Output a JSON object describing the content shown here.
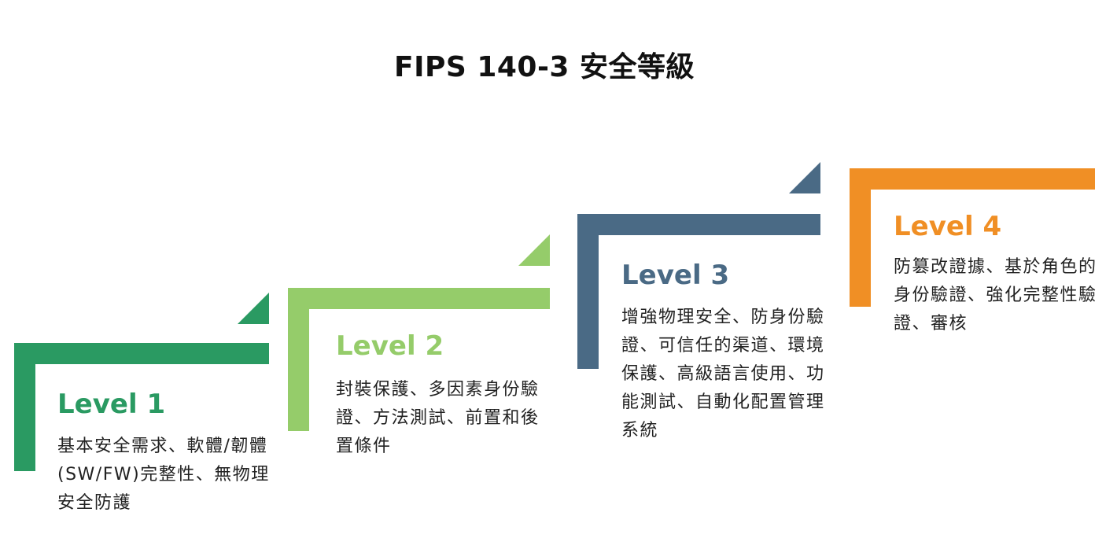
{
  "title": "FIPS 140-3 安全等級",
  "levels": [
    {
      "label": "Level 1",
      "description": "基本安全需求、軟體/韌體(SW/FW)完整性、無物理安全防護",
      "color": "#2a9a62"
    },
    {
      "label": "Level 2",
      "description": "封裝保護、多因素身份驗證、方法測試、前置和後置條件",
      "color": "#95cc6a"
    },
    {
      "label": "Level 3",
      "description": "增強物理安全、防身份驗證、可信任的渠道、環境保護、高級語言使用、功能測試、自動化配置管理系統",
      "color": "#4a6a85"
    },
    {
      "label": "Level 4",
      "description": "防篡改證據、基於角色的身份驗證、強化完整性驗證、審核",
      "color": "#f08f25"
    }
  ]
}
